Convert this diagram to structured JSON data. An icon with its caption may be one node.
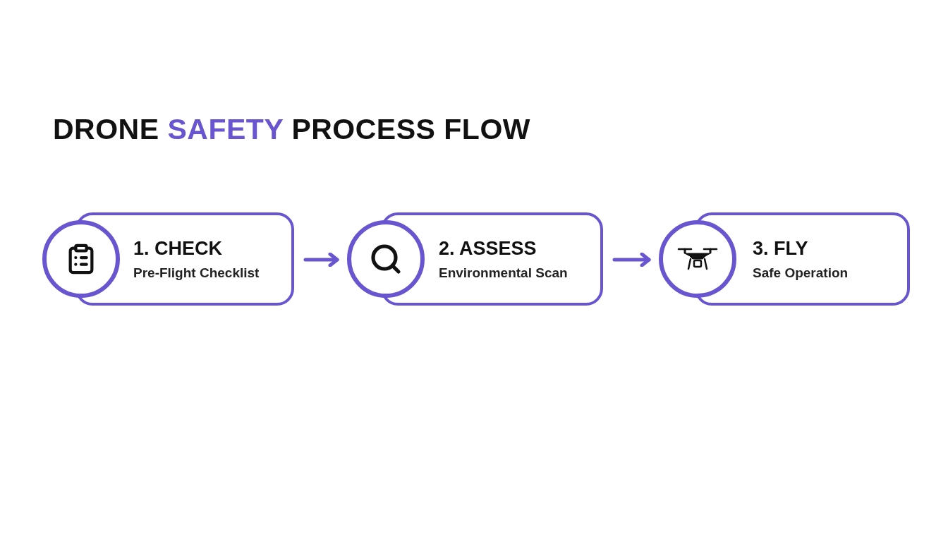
{
  "diagram": {
    "title": "DRONE SAFETY PROCESS FLOW",
    "nodes": [
      {
        "text": [
          "1. CHECK",
          "Pre-Flight Checklist"
        ]
      },
      {
        "text": [
          "2. ASSESS",
          "Environmental Scan"
        ]
      },
      {
        "text": [
          "3. FLY",
          "Safe Operation"
        ]
      }
    ],
    "edges": [
      {
        "from": 0,
        "to": 1,
        "arrow": "to"
      },
      {
        "from": 1,
        "to": 2,
        "arrow": "to"
      }
    ]
  }
}
